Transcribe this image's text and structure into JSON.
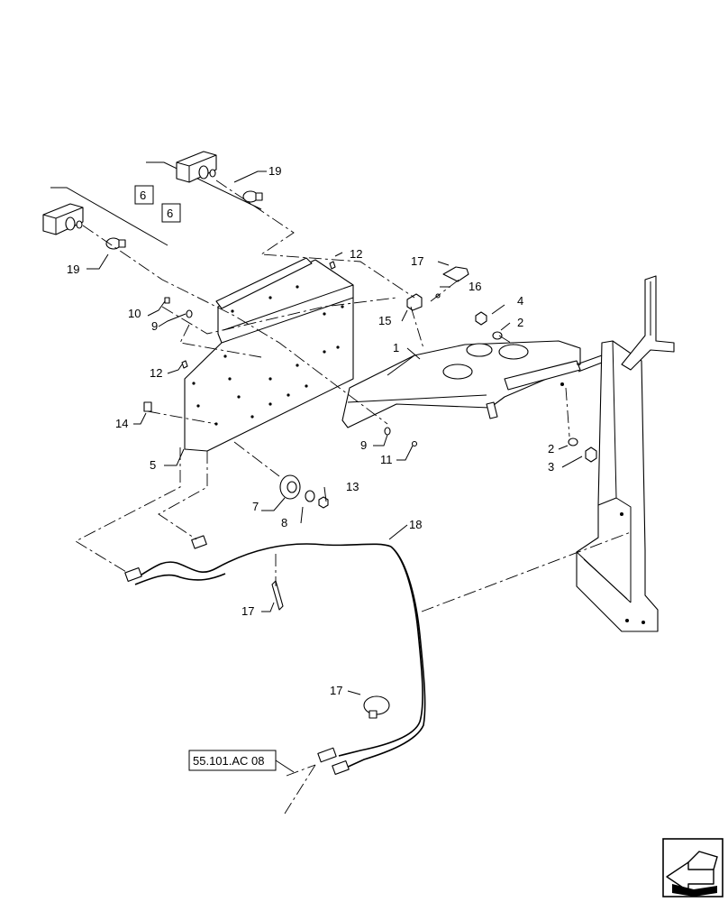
{
  "callouts": {
    "c1": "1",
    "c2a": "2",
    "c2b": "2",
    "c3": "3",
    "c4": "4",
    "c5": "5",
    "c6a": "6",
    "c6b": "6",
    "c7": "7",
    "c8": "8",
    "c9a": "9",
    "c9b": "9",
    "c10": "10",
    "c11": "11",
    "c12a": "12",
    "c12b": "12",
    "c13": "13",
    "c14": "14",
    "c15": "15",
    "c16": "16",
    "c17a": "17",
    "c17b": "17",
    "c17c": "17",
    "c18": "18",
    "c19a": "19",
    "c19b": "19"
  },
  "reference": "55.101.AC 08"
}
